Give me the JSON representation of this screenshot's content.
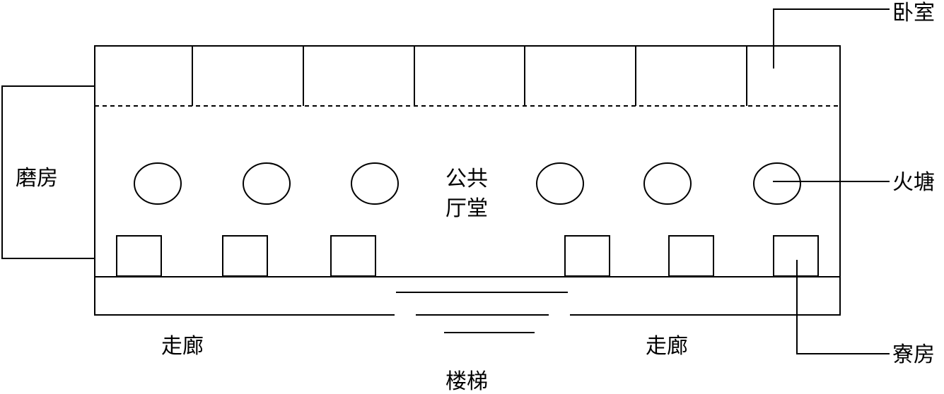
{
  "labels": {
    "bedroom": "卧室",
    "mill_room": "磨房",
    "public_hall_line1": "公共",
    "public_hall_line2": "厅堂",
    "fire_pit": "火塘",
    "corridor_left": "走廊",
    "corridor_right": "走廊",
    "stairs": "楼梯",
    "dorm_room": "寮房"
  },
  "counts": {
    "bedrooms": 7,
    "fire_pits": 6,
    "dorm_rooms": 6
  },
  "colors": {
    "line": "#000000",
    "background": "#ffffff"
  }
}
